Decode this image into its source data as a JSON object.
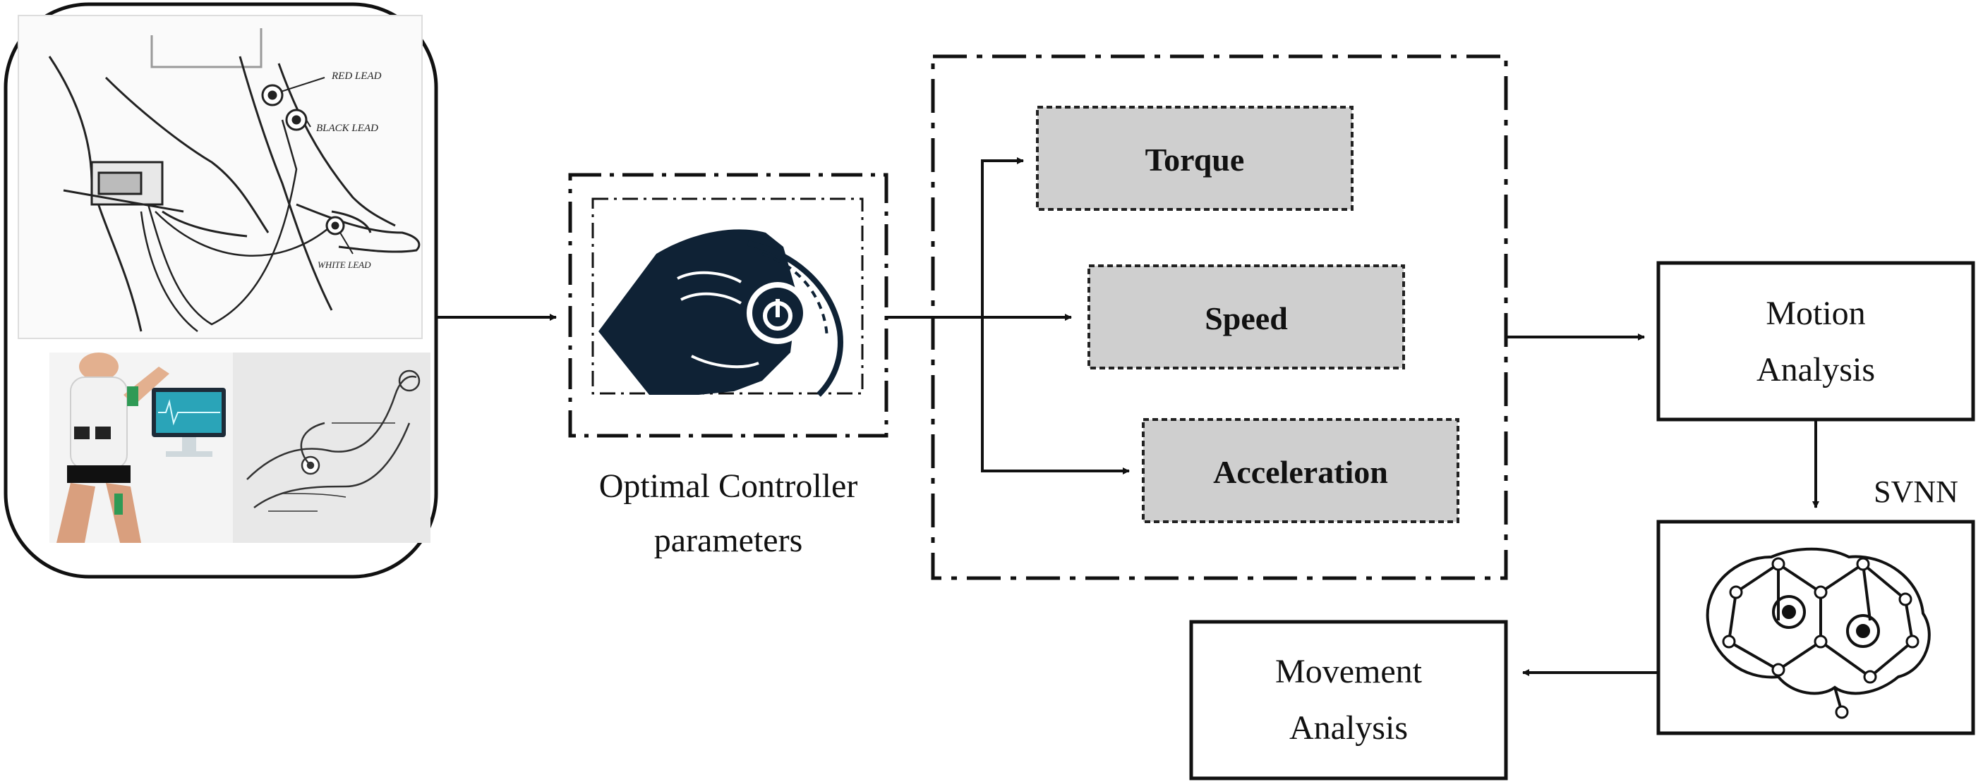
{
  "controller_caption": {
    "line1": "Optimal Controller",
    "line2": "parameters"
  },
  "outputs": {
    "torque": "Torque",
    "speed": "Speed",
    "acceleration": "Acceleration"
  },
  "motion_analysis": {
    "line1": "Motion",
    "line2": "Analysis"
  },
  "svnn_label": "SVNN",
  "movement_analysis": {
    "line1": "Movement",
    "line2": "Analysis"
  },
  "sketch_labels": {
    "red_lead": "RED LEAD",
    "black_lead": "BLACK LEAD",
    "white_lead": "WHITE LEAD"
  },
  "colors": {
    "output_box_fill": "#cfcfcf",
    "stroke": "#111111",
    "controller_icon": "#0f2235",
    "monitor_screen": "#2aa4b8",
    "emg_pad": "#2f9a55"
  }
}
